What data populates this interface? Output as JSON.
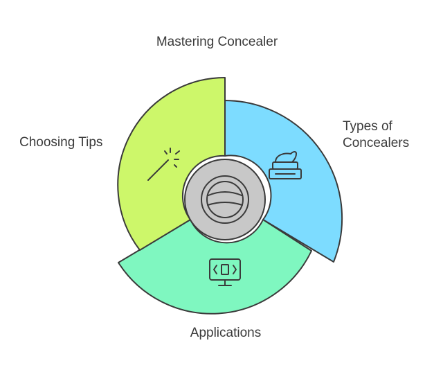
{
  "title": "Mastering Concealer",
  "segments": [
    {
      "id": "types",
      "label_line1": "Types of",
      "label_line2": "Concealers",
      "color": "#7ddcff",
      "icon": "cream-jar-icon"
    },
    {
      "id": "applications",
      "label": "Applications",
      "color": "#7ff7c0",
      "icon": "monitor-code-icon"
    },
    {
      "id": "tips",
      "label": "Choosing Tips",
      "color": "#cdf76a",
      "icon": "magic-wand-icon"
    }
  ],
  "center": {
    "color": "#c8c8c8",
    "icon": "sphere-icon"
  }
}
